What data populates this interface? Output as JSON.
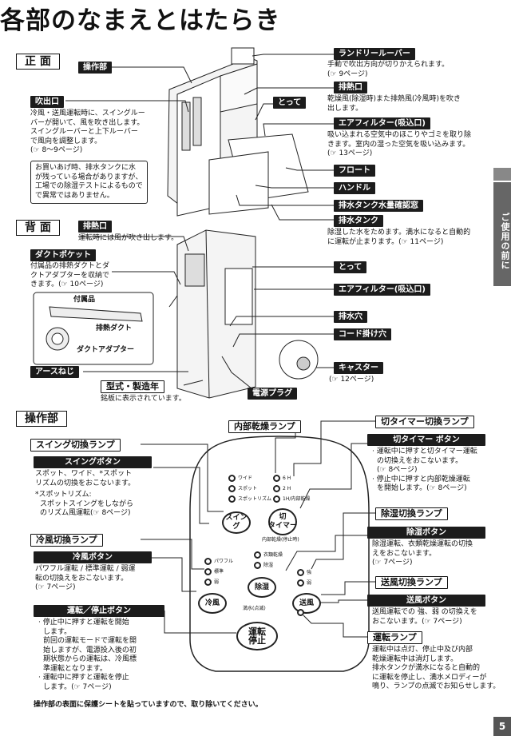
{
  "title": "各部のなまえとはたらき",
  "sections": {
    "front": "正 面",
    "back": "背 面",
    "panel": "操作部"
  },
  "side_tab": "ご使用の前に",
  "page_number": "5",
  "front": {
    "panel_label": "操作部",
    "outlet": {
      "label": "吹出口",
      "desc": [
        "冷風・送風運転時に、スイングルー",
        "バーが開いて、風を吹き出します。",
        "スイングルーバーと上下ルーバー",
        "で風向を調整します。",
        "(☞ 8～9ページ)"
      ]
    },
    "note": [
      "お買いあげ時、排水タンクに水",
      "が残っている場合がありますが、",
      "工場での除湿テストによるもので",
      "で異常ではありません。"
    ],
    "laundry": {
      "label": "ランドリールーバー",
      "desc": [
        "手動で吹出方向が切りかえられます。",
        "(☞ 9ページ)"
      ]
    },
    "exhaust": {
      "label": "排熱口",
      "desc": [
        "乾燥風(除湿時)また排熱風(冷風時)を吹き",
        "出します。"
      ]
    },
    "handle_top": "とって",
    "filter": {
      "label": "エアフィルター(吸込口)",
      "desc": [
        "吸い込まれる空気中のほこりやゴミを取り除",
        "きます。室内の湿った空気を吸い込みます。",
        "(☞ 13ページ)"
      ]
    },
    "float": "フロート",
    "handle": "ハンドル",
    "window": "排水タンク水量確認窓",
    "tank": {
      "label": "排水タンク",
      "desc": [
        "除湿した水をためます。満水になると自動的",
        "に運転が止まります。(☞ 11ページ)"
      ]
    }
  },
  "back": {
    "exhaust": {
      "label": "排熱口",
      "desc": "運転時には風が吹き出します。"
    },
    "duct": {
      "label": "ダクトポケット",
      "desc": [
        "付属品の排熱ダクトとダ",
        "クトアダプターを収納で",
        "きます。(☞ 10ページ)"
      ]
    },
    "accessory": {
      "title": "付属品",
      "duct": "排熱ダクト",
      "adapter": "ダクトアダプター"
    },
    "earth": "アースねじ",
    "model": {
      "label": "型式・製造年",
      "desc": "銘板に表示されています。"
    },
    "plug": "電源プラグ",
    "handle": "とって",
    "filter": "エアフィルター(吸込口)",
    "drain": "排水穴",
    "cord": "コード掛け穴",
    "caster": {
      "label": "キャスター",
      "desc": "(☞ 12ページ)"
    }
  },
  "panel": {
    "internal_dry_lamp": "内部乾燥ランプ",
    "timer_lamp": "切タイマー切換ランプ",
    "swing_lamp": "スイング切換ランプ",
    "swing_btn": {
      "label": "スイングボタン",
      "desc": [
        "スポット、ワイド、*スポット",
        "リズムの切換をおこないます。"
      ],
      "note": [
        "*スポットリズム:",
        "スポットスイングをしながら",
        "のリズム風運転(☞ 8ページ)"
      ]
    },
    "timer_btn": {
      "label": "切タイマー ボタン",
      "desc": [
        "· 運転中に押すと切タイマー運転",
        "の切換えをおこないます。",
        "(☞ 8ページ)",
        "· 停止中に押すと内部乾燥運転",
        "を開始します。(☞ 8ページ)"
      ]
    },
    "dehum_lamp": "除湿切換ランプ",
    "dehum_btn": {
      "label": "除湿ボタン",
      "desc": [
        "除湿運転、衣類乾燥運転の切換",
        "えをおこないます。",
        "(☞ 7ページ)"
      ]
    },
    "cool_lamp": "冷風切換ランプ",
    "cool_btn": {
      "label": "冷風ボタン",
      "desc": [
        "パワフル運転 / 標準運転 / 弱運",
        "転の切換えをおこないます。",
        "(☞ 7ページ)"
      ]
    },
    "fan_lamp": "送風切換ランプ",
    "fan_btn": {
      "label": "送風ボタン",
      "desc": [
        "送風運転での 強、弱 の切換えを",
        "おこないます。(☞ 7ページ)"
      ]
    },
    "run_btn": {
      "label": "運転／停止ボタン",
      "desc": [
        "· 停止中に押すと運転を開始",
        "します。",
        "前回の運転モードで運転を開",
        "始しますが、電源投入後の初",
        "期状態からの運転は、冷風標",
        "準運転となります。",
        "· 運転中に押すと運転を停止",
        "します。(☞ 7ページ)"
      ]
    },
    "run_lamp": {
      "label": "運転ランプ",
      "desc": [
        "運転中は点灯、停止中及び内部",
        "乾燥運転中は消灯します。",
        "排水タンクが満水になると自動的",
        "に運転を停止し、満水メロディーが",
        "鳴り、ランプの点滅でお知らせします。"
      ]
    },
    "remote": {
      "swing_opts": [
        "ワイド",
        "スポット",
        "スポットリズム"
      ],
      "timer_opts": [
        "6 H",
        "2 H",
        "1H/内部乾燥"
      ],
      "internal_label": "内部乾燥(停止時)",
      "dehum_opts": [
        "衣類乾燥",
        "除湿"
      ],
      "cool_opts": [
        "パワフル",
        "標準",
        "弱"
      ],
      "fan_opts": [
        "強",
        "弱"
      ],
      "full_label": "満水(点滅)",
      "btn_swing": "スイング",
      "btn_timer": "切\nタイマー",
      "btn_dehum": "除湿",
      "btn_cool": "冷風",
      "btn_fan": "送風",
      "btn_run": "運転\n停止"
    },
    "footer": "操作部の表面に保護シートを貼っていますので、取り除いてください。"
  }
}
